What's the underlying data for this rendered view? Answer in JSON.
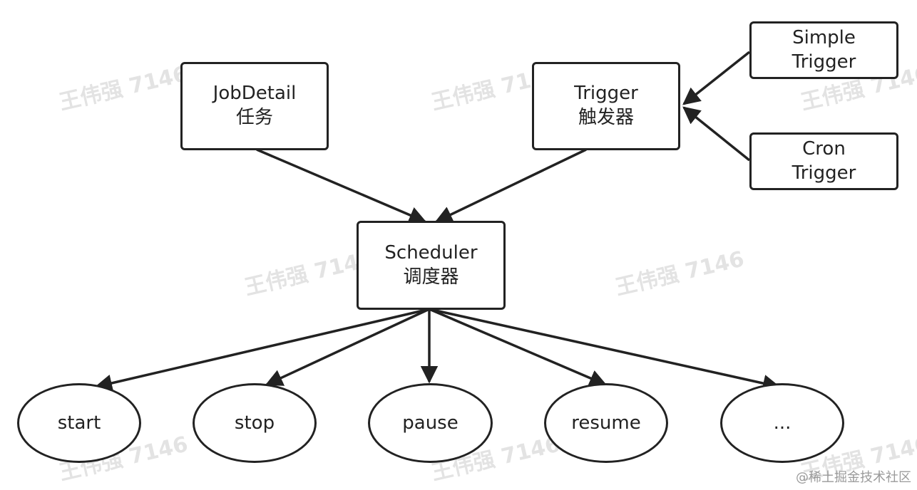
{
  "watermark": "王伟强 7146",
  "credit": "@稀土掘金技术社区",
  "nodes": {
    "jobdetail": {
      "line1": "JobDetail",
      "line2": "任务"
    },
    "trigger": {
      "line1": "Trigger",
      "line2": "触发器"
    },
    "simple_trigger": {
      "line1": "Simple",
      "line2": "Trigger"
    },
    "cron_trigger": {
      "line1": "Cron",
      "line2": "Trigger"
    },
    "scheduler": {
      "line1": "Scheduler",
      "line2": "调度器"
    },
    "start": "start",
    "stop": "stop",
    "pause": "pause",
    "resume": "resume",
    "more": "..."
  }
}
